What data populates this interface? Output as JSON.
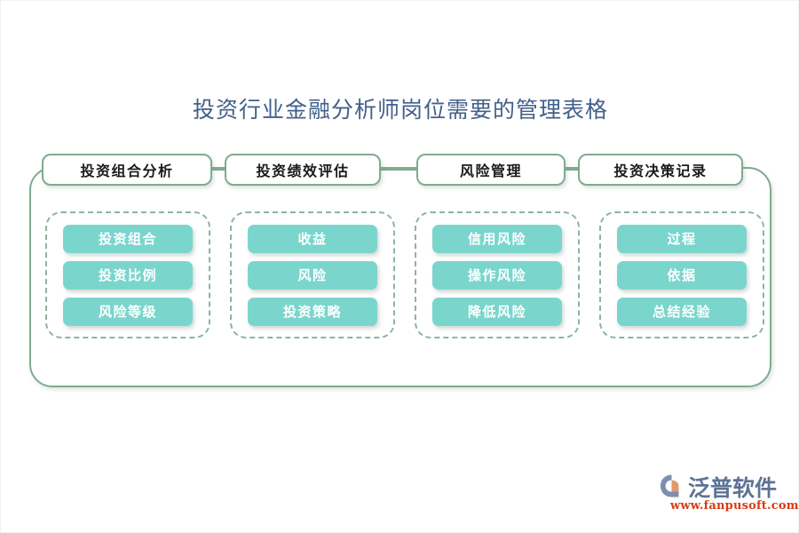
{
  "title": "投资行业金融分析师岗位需要的管理表格",
  "colors": {
    "title_text": "#42608a",
    "frame_green": "#7fab8e",
    "dashed_green": "#8ab79a",
    "item_teal": "#7ad6cd",
    "item_text": "#ffffff",
    "header_text": "#1a1a1a",
    "background": "#ffffff",
    "brand_text": "#5d7396",
    "brand_url": "#d83a12",
    "brand_mark_blue": "#7d8fae",
    "brand_mark_orange": "#e0996f"
  },
  "columns": [
    {
      "header": "投资组合分析",
      "items": [
        "投资组合",
        "投资比例",
        "风险等级"
      ]
    },
    {
      "header": "投资绩效评估",
      "items": [
        "收益",
        "风险",
        "投资策略"
      ]
    },
    {
      "header": "风险管理",
      "items": [
        "信用风险",
        "操作风险",
        "降低风险"
      ]
    },
    {
      "header": "投资决策记录",
      "items": [
        "过程",
        "依据",
        "总结经验"
      ]
    }
  ],
  "brand": {
    "mark": "fanpu-logo-icon",
    "name": "泛普软件",
    "url": "www.fanpusoft.com"
  }
}
